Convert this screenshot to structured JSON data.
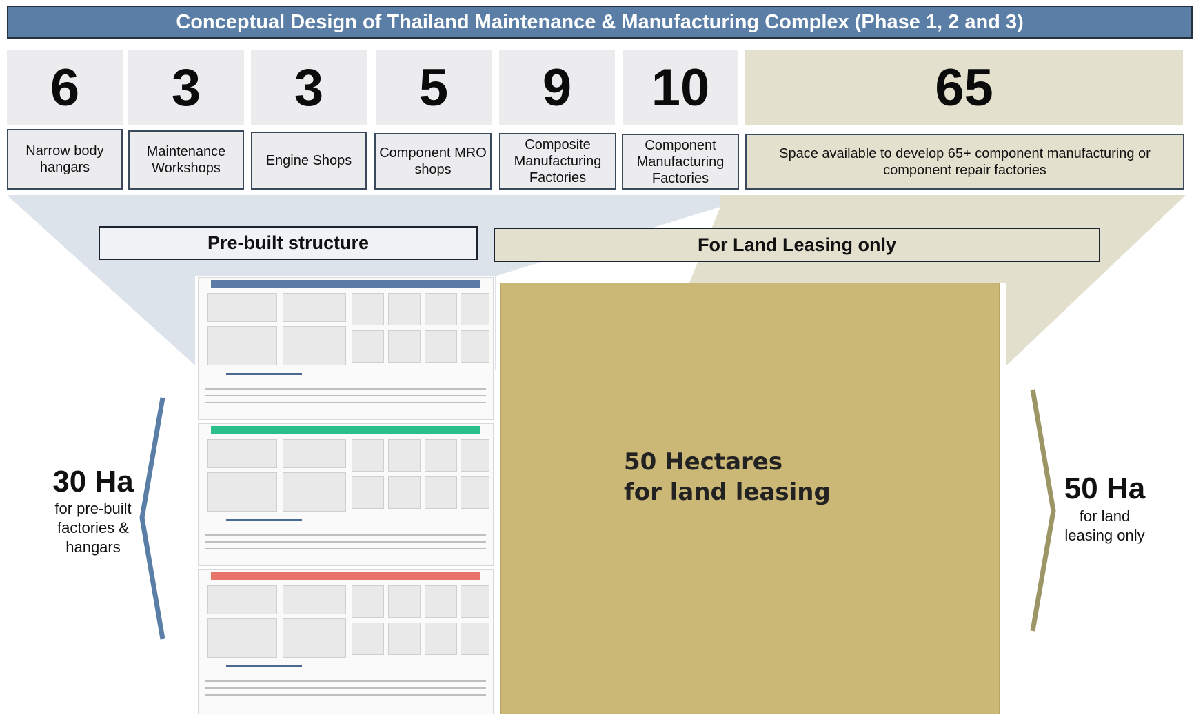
{
  "title": "Conceptual Design of Thailand Maintenance & Manufacturing Complex (Phase 1, 2 and 3)",
  "metrics": [
    {
      "value": "6",
      "label": "Narrow body\nhangars"
    },
    {
      "value": "3",
      "label": "Maintenance\nWorkshops"
    },
    {
      "value": "3",
      "label": "Engine Shops"
    },
    {
      "value": "5",
      "label": "Component MRO\nshops"
    },
    {
      "value": "9",
      "label": "Composite\nManufacturing\nFactories"
    },
    {
      "value": "10",
      "label": "Component\nManufacturing\nFactories"
    },
    {
      "value": "65",
      "label": "Space available to develop 65+ component manufacturing or\ncomponent  repair factories"
    }
  ],
  "sections": {
    "pre_built": "Pre-built structure",
    "land_leasing": "For Land Leasing only"
  },
  "land_area_text": "50 Hectares\nfor land leasing",
  "left_summary": {
    "value": "30 Ha",
    "caption": "for pre-built\nfactories &\nhangars"
  },
  "right_summary": {
    "value": "50 Ha",
    "caption": "for land\nleasing only"
  },
  "colors": {
    "title_bar": "#5a7ea6",
    "pre_built": "#dde3ea",
    "land_leasing": "#e3e0ce",
    "land_area": "#cbb877",
    "phase1": "#5b7aa5",
    "phase2": "#2bbf8a",
    "phase3": "#e8736a"
  }
}
